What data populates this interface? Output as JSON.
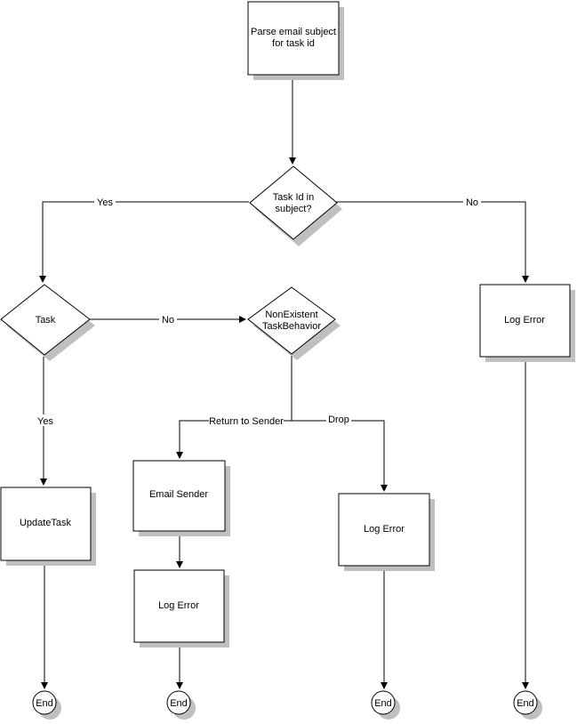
{
  "nodes": {
    "parse": {
      "lines": [
        "Parse email subject",
        "for task id"
      ]
    },
    "taskid_decision": {
      "lines": [
        "Task Id in",
        "subject?"
      ]
    },
    "task_decision": {
      "lines": [
        "Task"
      ]
    },
    "nonexistent_decision": {
      "lines": [
        "NonExistent",
        "TaskBehavior"
      ]
    },
    "log_error_right": {
      "lines": [
        "Log Error"
      ]
    },
    "update_task": {
      "lines": [
        "UpdateTask"
      ]
    },
    "email_sender": {
      "lines": [
        "Email Sender"
      ]
    },
    "log_error_after_email": {
      "lines": [
        "Log Error"
      ]
    },
    "log_error_drop": {
      "lines": [
        "Log Error"
      ]
    },
    "end_1": {
      "lines": [
        "End"
      ]
    },
    "end_2": {
      "lines": [
        "End"
      ]
    },
    "end_3": {
      "lines": [
        "End"
      ]
    },
    "end_4": {
      "lines": [
        "End"
      ]
    }
  },
  "edge_labels": {
    "yes_taskid": "Yes",
    "no_taskid": "No",
    "no_task": "No",
    "yes_task": "Yes",
    "return_to_sender": "Return to Sender",
    "drop": "Drop"
  }
}
